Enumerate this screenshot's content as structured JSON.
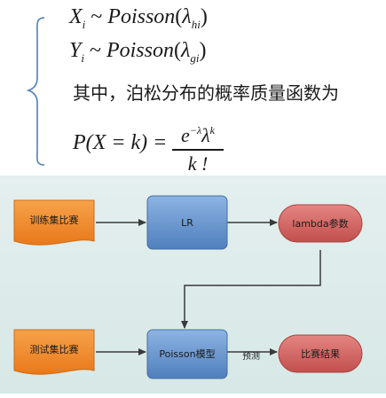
{
  "formula": {
    "line1": {
      "var": "X",
      "sub": "i",
      "tilde": "~",
      "dist": "Poisson",
      "lparen": "(",
      "lambda": "λ",
      "lsub": "hi",
      "rparen": ")"
    },
    "line2": {
      "var": "Y",
      "sub": "i",
      "tilde": "~",
      "dist": "Poisson",
      "lparen": "(",
      "lambda": "λ",
      "lsub": "gi",
      "rparen": ")"
    },
    "description": "其中，泊松分布的概率质量函数为",
    "pmf_left": "P(X = k) =",
    "pmf_numerator": "e",
    "pmf_exp": "−λ",
    "pmf_lambda": "λ",
    "pmf_kexp": "k",
    "pmf_denominator": "k !"
  },
  "flow": {
    "train_label": "训练集比赛",
    "lr_label": "LR",
    "lambda_label": "lambda参数",
    "test_label": "测试集比赛",
    "poisson_label": "Poisson模型",
    "predict_label": "预测",
    "result_label": "比赛结果",
    "colors": {
      "orange": "#f08a24",
      "blue": "#5f8fc9",
      "red": "#cf5e5b",
      "arrow": "#3a3a3a",
      "background": "#dcebea"
    }
  }
}
